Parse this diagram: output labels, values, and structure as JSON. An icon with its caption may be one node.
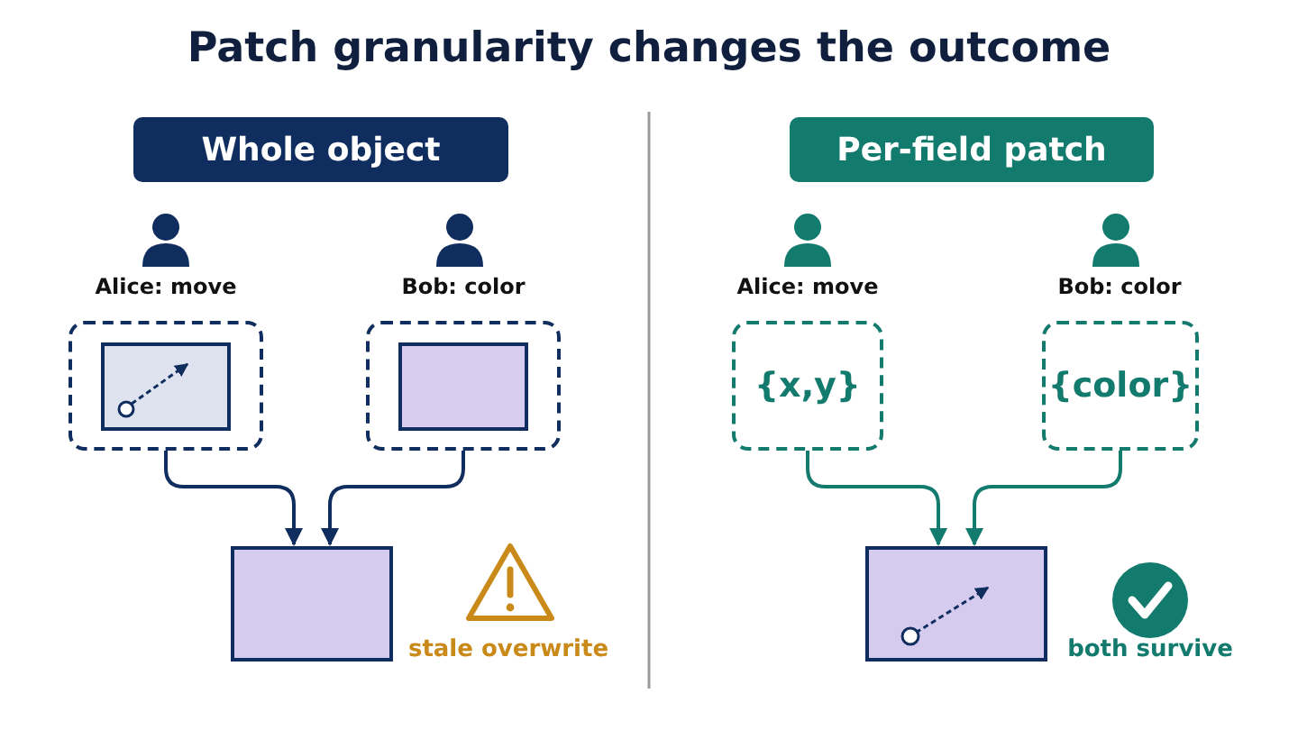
{
  "diagram": {
    "title": "Patch granularity changes the outcome",
    "nodes": [
      {
        "text": [
          "Whole object"
        ]
      },
      {
        "text": [],
        "shape": "box"
      },
      {
        "text": [],
        "shape": "box"
      },
      {
        "text": [],
        "shape": "box"
      },
      {
        "text": [
          "Per-field patch"
        ]
      },
      {
        "text": [
          "{x,y}"
        ]
      },
      {
        "text": [
          "{color}"
        ]
      },
      {
        "text": [],
        "shape": "box"
      }
    ],
    "edges": [
      {
        "from": 1,
        "to": 3,
        "arrow": "to"
      },
      {
        "from": 2,
        "to": 3,
        "arrow": "to"
      },
      {
        "from": 5,
        "to": 7,
        "arrow": "to",
        "color": "#137a6e"
      },
      {
        "from": 6,
        "to": 7,
        "arrow": "to",
        "color": "#137a6e"
      }
    ],
    "labels": [
      "Alice: move",
      "Bob: color",
      "stale overwrite",
      "Alice: move",
      "Bob: color",
      "both survive"
    ]
  }
}
